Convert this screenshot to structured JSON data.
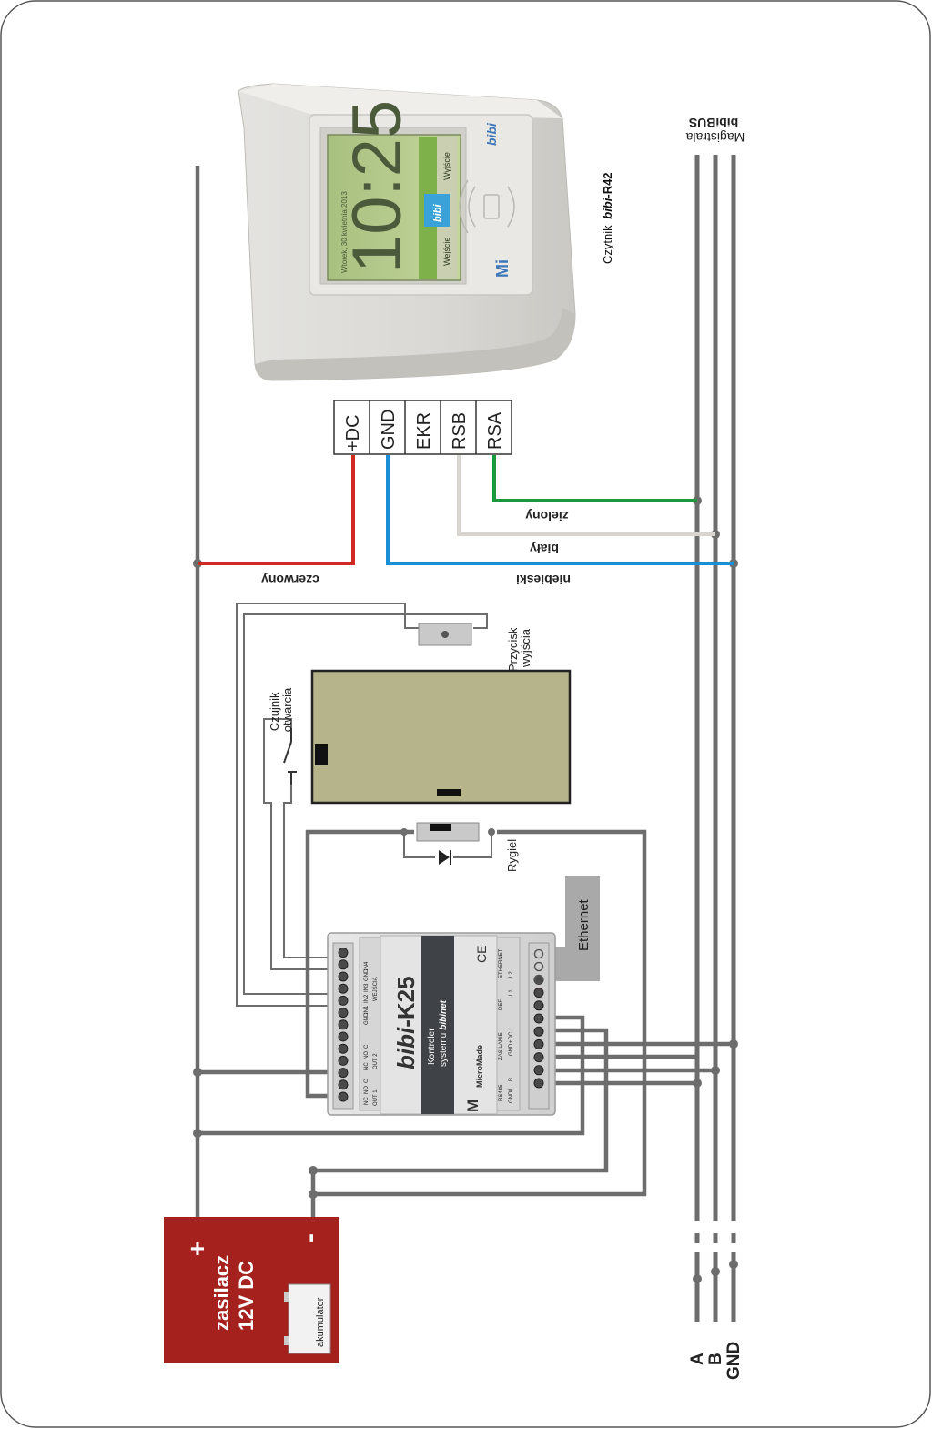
{
  "reader": {
    "caption_prefix": "Czytnik",
    "caption_brand": "bibi",
    "caption_model": "-R42",
    "screen_time": "10:25",
    "screen_date": "Wtorek, 30 kwietnia 2013",
    "screen_btn_left": "Wejście",
    "screen_btn_right": "Wyjście",
    "screen_logo": "bibi",
    "side_logo": "bibi",
    "maker_logo": "Mi"
  },
  "terminals": [
    "+DC",
    "GND",
    "EKR",
    "RSB",
    "RSA"
  ],
  "wire_labels": {
    "green": "zielony",
    "white": "biały",
    "blue": "niebieski",
    "red": "czerwony"
  },
  "bus": {
    "title_line1": "Magistrala",
    "title_line2": "bibiBUS",
    "line_a": "A",
    "line_b": "B",
    "line_gnd": "GND"
  },
  "exit_button_label": [
    "Przycisk",
    "wyjścia"
  ],
  "door_sensor_label": [
    "Czujnik",
    "otwarcia"
  ],
  "bolt_label": "Rygiel",
  "ethernet_label": "Ethernet",
  "controller": {
    "brand": "bibi",
    "model": "-K25",
    "subtitle_line1": "Kontroler",
    "subtitle_line2": "systemu",
    "subtitle_brand": "bibinet",
    "maker": "MicroMade",
    "ce": "CE",
    "out1_terms": [
      "NC",
      "NO",
      "C"
    ],
    "out1_label": "OUT 1",
    "out2_terms": [
      "NC",
      "NO",
      "C"
    ],
    "out2_label": "OUT 2",
    "inputs_terms": [
      "GND",
      "IN1",
      "IN2",
      "IN3",
      "GND",
      "IN4"
    ],
    "inputs_label": "WEJŚCIA",
    "rs485_label": "RS485",
    "rs485_terms": [
      "GND",
      "A",
      "B"
    ],
    "power_label": "ZASILANIE",
    "power_terms": [
      "GND",
      "+DC"
    ],
    "eth_label": "ETHERNET",
    "eth_terms": [
      "L1",
      "L2"
    ],
    "def_label": "DEF"
  },
  "psu": {
    "title_line1": "zasilacz",
    "title_line2": "12V  DC",
    "plus": "+",
    "minus": "-",
    "battery": "akumulator"
  },
  "colors": {
    "frame": "#555555",
    "wire_grey": "#6d6d6d",
    "wire_red": "#d12a22",
    "wire_blue": "#1b8fd6",
    "wire_green": "#1a9a3c",
    "wire_white": "#d8d4cf",
    "psu": "#a5211e",
    "door": "#b5b48b",
    "ethernet_box": "#a9a9a9"
  }
}
